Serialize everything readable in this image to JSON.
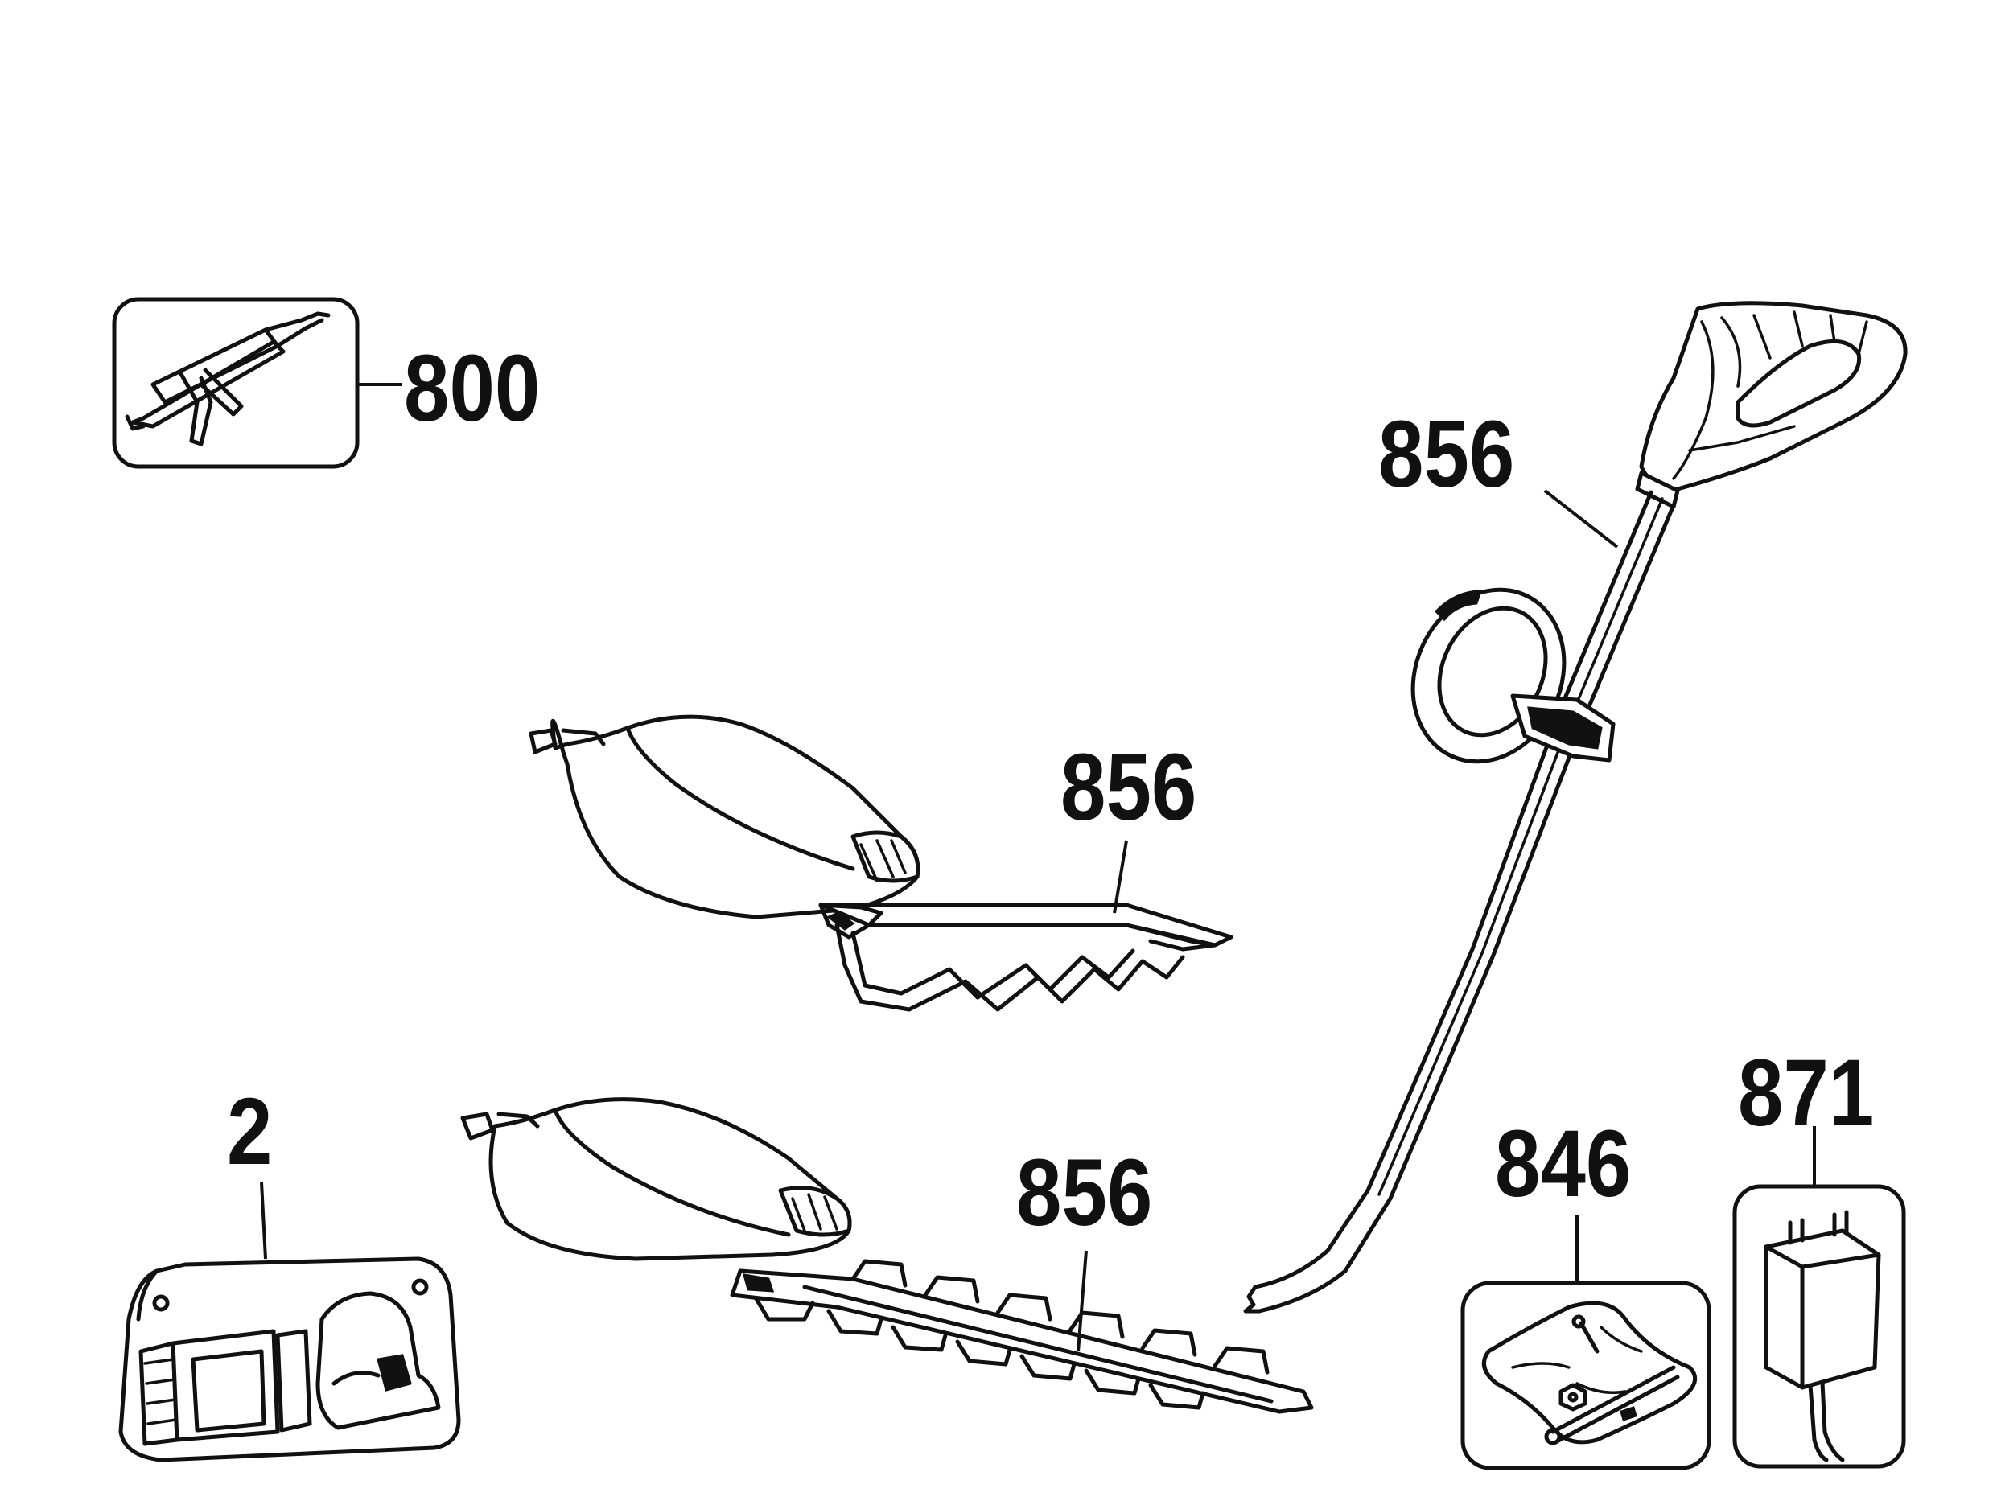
{
  "callouts": {
    "part_800": "800",
    "part_856_handle": "856",
    "part_856_shear": "856",
    "part_856_hedge": "856",
    "part_2": "2",
    "part_846": "846",
    "part_871": "871"
  },
  "colors": {
    "ink": "#111111",
    "paper": "#ffffff"
  }
}
